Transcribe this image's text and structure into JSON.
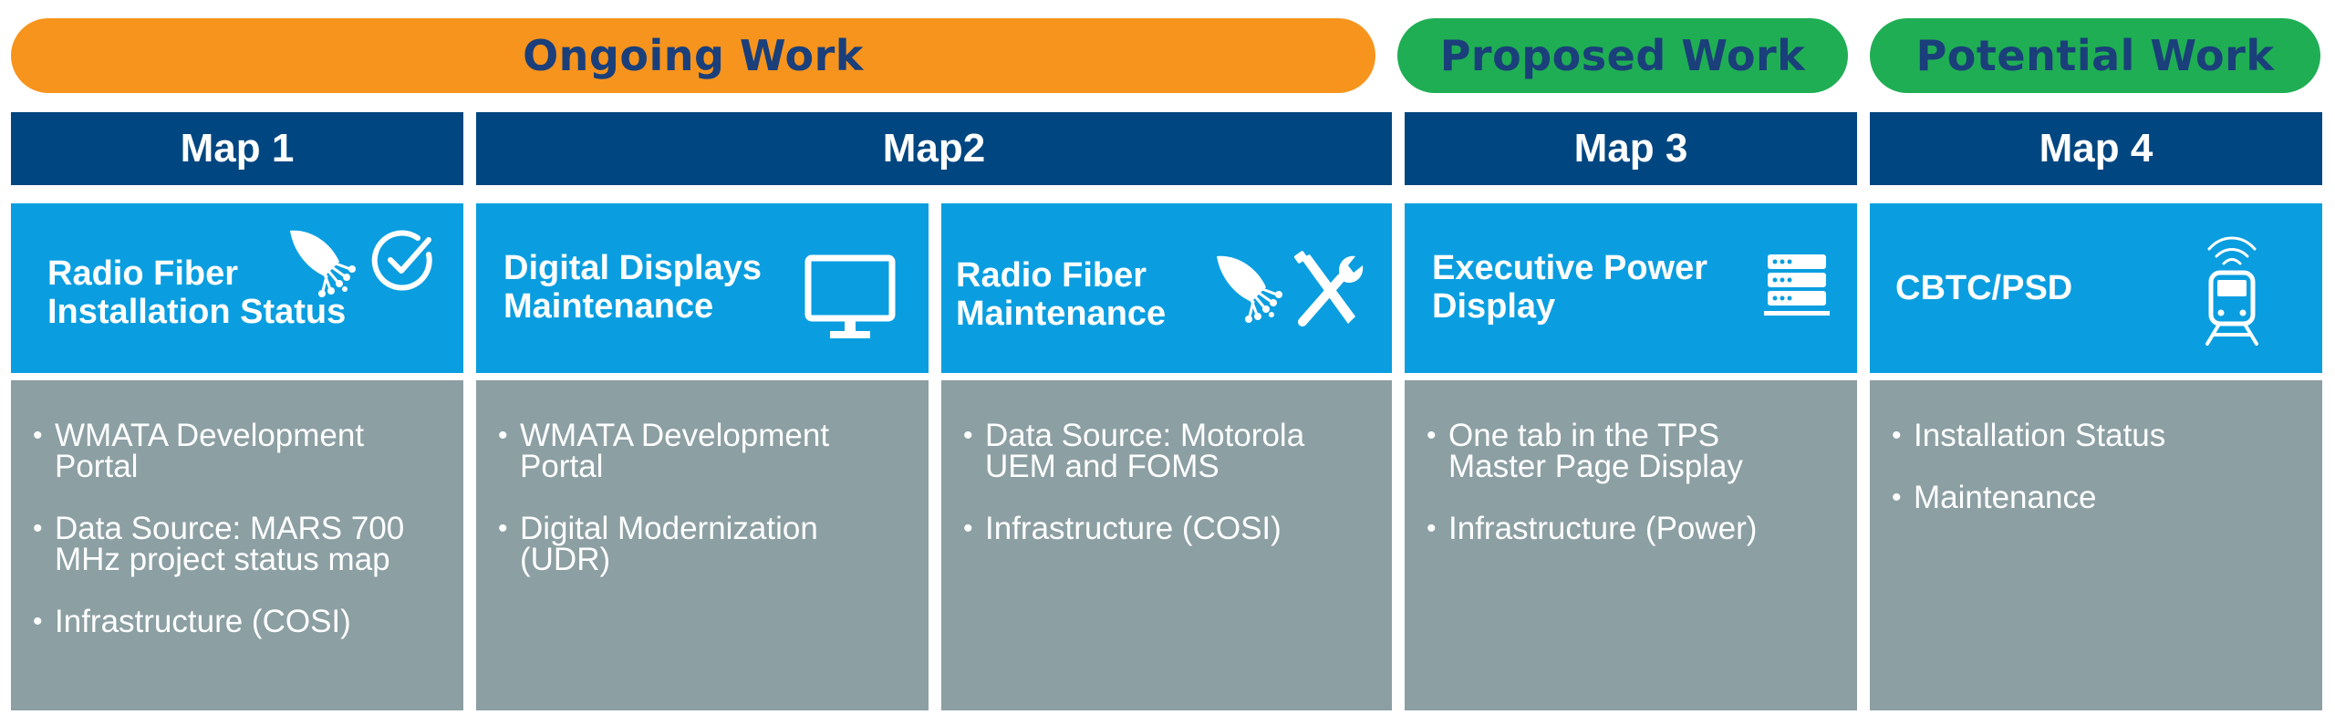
{
  "banners": {
    "ongoing": "Ongoing Work",
    "proposed": "Proposed Work",
    "potential": "Potential Work"
  },
  "maps": {
    "map1": "Map 1",
    "map2": "Map2",
    "map3": "Map 3",
    "map4": "Map 4"
  },
  "cards": [
    {
      "title_line1": "Radio Fiber",
      "title_line2": "Installation Status",
      "icons": [
        "fiber-optic-icon",
        "checkmark-circle-icon"
      ],
      "bullets": [
        {
          "l1": "WMATA Development",
          "l2": "Portal"
        },
        {
          "l1": "Data Source: MARS 700",
          "l2": "MHz project status map"
        },
        {
          "l1": "Infrastructure (COSI)",
          "l2": ""
        }
      ]
    },
    {
      "title_line1": "Digital Displays",
      "title_line2": "Maintenance",
      "icons": [
        "monitor-icon"
      ],
      "bullets": [
        {
          "l1": "WMATA Development",
          "l2": "Portal"
        },
        {
          "l1": "Digital Modernization",
          "l2": "(UDR)"
        }
      ]
    },
    {
      "title_line1": "Radio Fiber",
      "title_line2": "Maintenance",
      "icons": [
        "fiber-optic-icon",
        "tools-icon"
      ],
      "bullets": [
        {
          "l1": "Data Source: Motorola",
          "l2": "UEM and FOMS"
        },
        {
          "l1": "Infrastructure (COSI)",
          "l2": ""
        }
      ]
    },
    {
      "title_line1": "Executive Power",
      "title_line2": "Display",
      "icons": [
        "server-icon"
      ],
      "bullets": [
        {
          "l1": "One tab in the TPS",
          "l2": "Master Page Display"
        },
        {
          "l1": "Infrastructure (Power)",
          "l2": ""
        }
      ]
    },
    {
      "title_line1": "CBTC/PSD",
      "title_line2": "",
      "icons": [
        "train-wireless-icon"
      ],
      "bullets": [
        {
          "l1": "Installation Status",
          "l2": ""
        },
        {
          "l1": "Maintenance",
          "l2": ""
        }
      ]
    }
  ],
  "colors": {
    "ongoing": "#f7941d",
    "proposed_potential": "#1fae54",
    "banner_text": "#1a3f7a",
    "map_header": "#004680",
    "card_head": "#0a9ee0",
    "card_body": "#8c9fa3"
  }
}
